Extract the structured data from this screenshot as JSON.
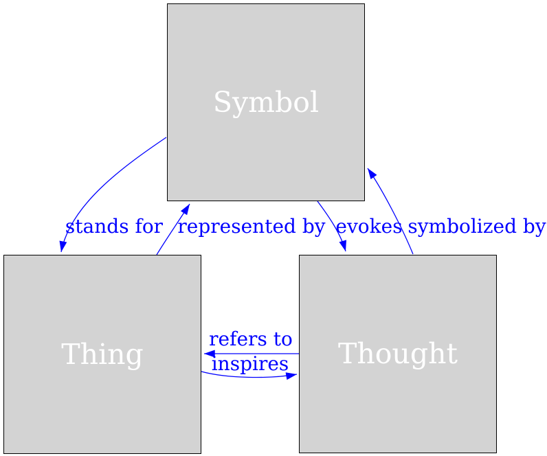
{
  "diagram": {
    "type": "directed-graph",
    "nodes": [
      {
        "id": "symbol",
        "label": "Symbol"
      },
      {
        "id": "thing",
        "label": "Thing"
      },
      {
        "id": "thought",
        "label": "Thought"
      }
    ],
    "edges": [
      {
        "from": "Symbol",
        "to": "Thing",
        "label": "stands for"
      },
      {
        "from": "Thing",
        "to": "Symbol",
        "label": "represented by"
      },
      {
        "from": "Symbol",
        "to": "Thought",
        "label": "evokes"
      },
      {
        "from": "Thought",
        "to": "Symbol",
        "label": "symbolized by"
      },
      {
        "from": "Thought",
        "to": "Thing",
        "label": "refers to"
      },
      {
        "from": "Thing",
        "to": "Thought",
        "label": "inspires"
      }
    ],
    "colors": {
      "edge": "#0000ff",
      "edge_label": "#0000ff",
      "node_fill": "#d3d3d3",
      "node_border": "#000000",
      "node_text": "#ffffff",
      "background": "#ffffff"
    }
  }
}
